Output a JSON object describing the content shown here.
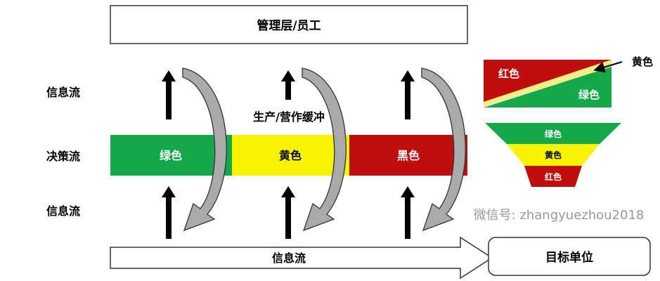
{
  "top_box": {
    "label": "管理层/员工"
  },
  "left_labels": [
    "信息流",
    "决策流",
    "信息流"
  ],
  "band": [
    {
      "label": "绿色",
      "color": "#13a84a"
    },
    {
      "label": "黄色",
      "color": "#f9f500"
    },
    {
      "label": "黑色",
      "color": "#c00d0d"
    }
  ],
  "buffer_label": "生产/营作缓冲",
  "bottom_arrow": {
    "label": "信息流"
  },
  "target_box": {
    "label": "目标单位"
  },
  "legend_rect": {
    "red": "红色",
    "green": "绿色",
    "yellow_pointer": "黄色"
  },
  "funnel": [
    {
      "label": "绿色",
      "color": "#13a84a"
    },
    {
      "label": "黄色",
      "color": "#f9f500"
    },
    {
      "label": "红色",
      "color": "#c00d0d"
    }
  ],
  "watermark": "微信号: zhangyuezhou2018"
}
